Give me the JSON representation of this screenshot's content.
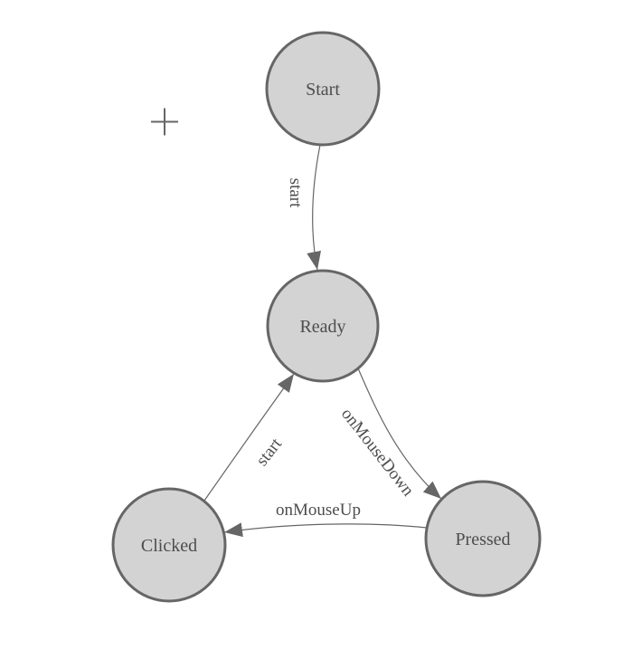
{
  "diagram": {
    "type": "state-machine",
    "colors": {
      "background": "#ffffff",
      "node_fill": "#d3d3d3",
      "node_stroke": "#666666",
      "edge_color": "#666666",
      "label_color": "#4d4d4d"
    },
    "nodes": [
      {
        "id": "start",
        "label": "Start"
      },
      {
        "id": "ready",
        "label": "Ready"
      },
      {
        "id": "clicked",
        "label": "Clicked"
      },
      {
        "id": "pressed",
        "label": "Pressed"
      }
    ],
    "edges": [
      {
        "from": "start",
        "to": "ready",
        "label": "start"
      },
      {
        "from": "ready",
        "to": "pressed",
        "label": "onMouseDown"
      },
      {
        "from": "pressed",
        "to": "clicked",
        "label": "onMouseUp"
      },
      {
        "from": "clicked",
        "to": "ready",
        "label": "start"
      }
    ],
    "icons": {
      "crosshair": "+"
    }
  }
}
